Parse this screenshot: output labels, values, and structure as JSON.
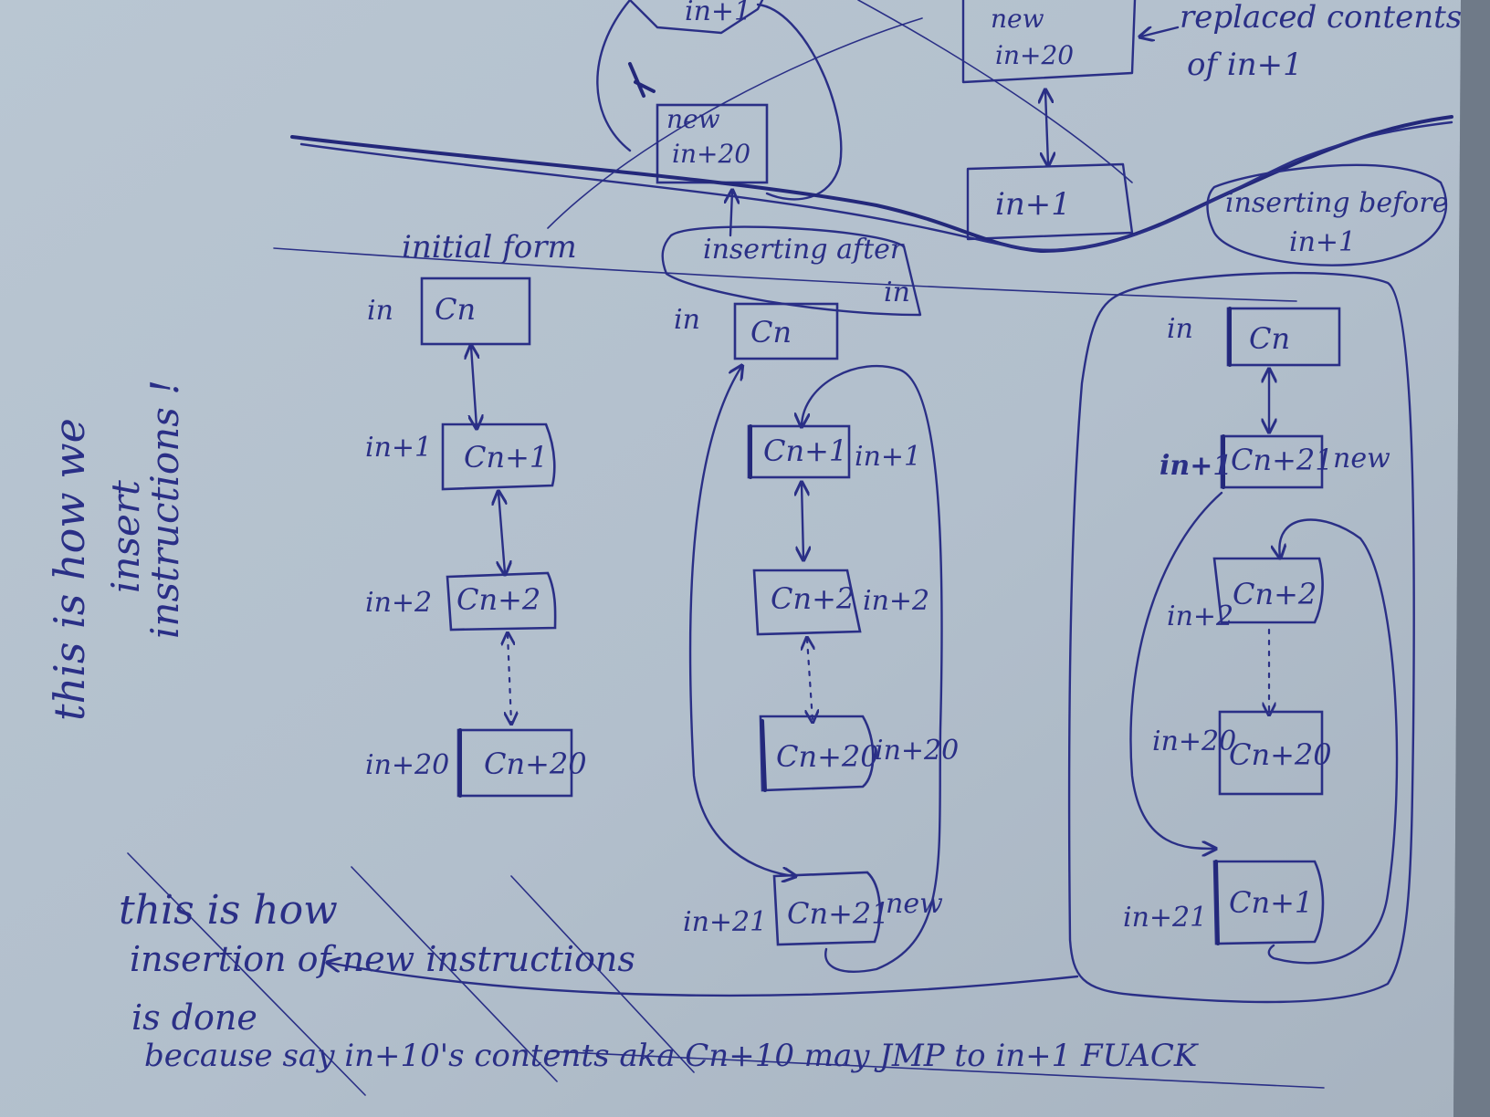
{
  "top": {
    "box_old_next": "in+1",
    "box_new_top": [
      "new",
      "in+20"
    ],
    "box_new_left": [
      "new",
      "in+20"
    ],
    "box_next_right": "in+1",
    "replaced_note": [
      "replaced contents",
      "of in+1"
    ]
  },
  "vertical_note": [
    "this is how we",
    "insert",
    "instructions !"
  ],
  "col1": {
    "caption": "initial form",
    "rows": [
      {
        "label": "in",
        "cell": "Cn"
      },
      {
        "label": "in+1",
        "cell": "Cn+1"
      },
      {
        "label": "in+2",
        "cell": "Cn+2"
      },
      {
        "label": "in+20",
        "cell": "Cn+20"
      }
    ]
  },
  "col2": {
    "caption": [
      "inserting after",
      "in"
    ],
    "rows": [
      {
        "label": "in",
        "cell": "Cn"
      },
      {
        "label": "in+1",
        "cell": "Cn+1"
      },
      {
        "label": "in+2",
        "cell": "Cn+2"
      },
      {
        "label": "in+20",
        "cell": "Cn+20"
      },
      {
        "label": "in+21",
        "cell": "Cn+21"
      }
    ],
    "new_tag": "new"
  },
  "col3": {
    "caption": [
      "inserting before",
      "in+1"
    ],
    "rows": [
      {
        "label": "in",
        "cell": "Cn"
      },
      {
        "label": "in+1",
        "cell": "Cn+21"
      },
      {
        "label": "in+2",
        "cell": "Cn+2"
      },
      {
        "label": "in+20",
        "cell": "Cn+20"
      },
      {
        "label": "in+21",
        "cell": "Cn+1"
      }
    ],
    "new_tag": "new"
  },
  "bottom_note": {
    "line1": "this is how",
    "line2": "insertion of new instructions",
    "line3": "is done",
    "line4": "because say in+10's contents aka Cn+10 may JMP to in+1 FUACK"
  }
}
